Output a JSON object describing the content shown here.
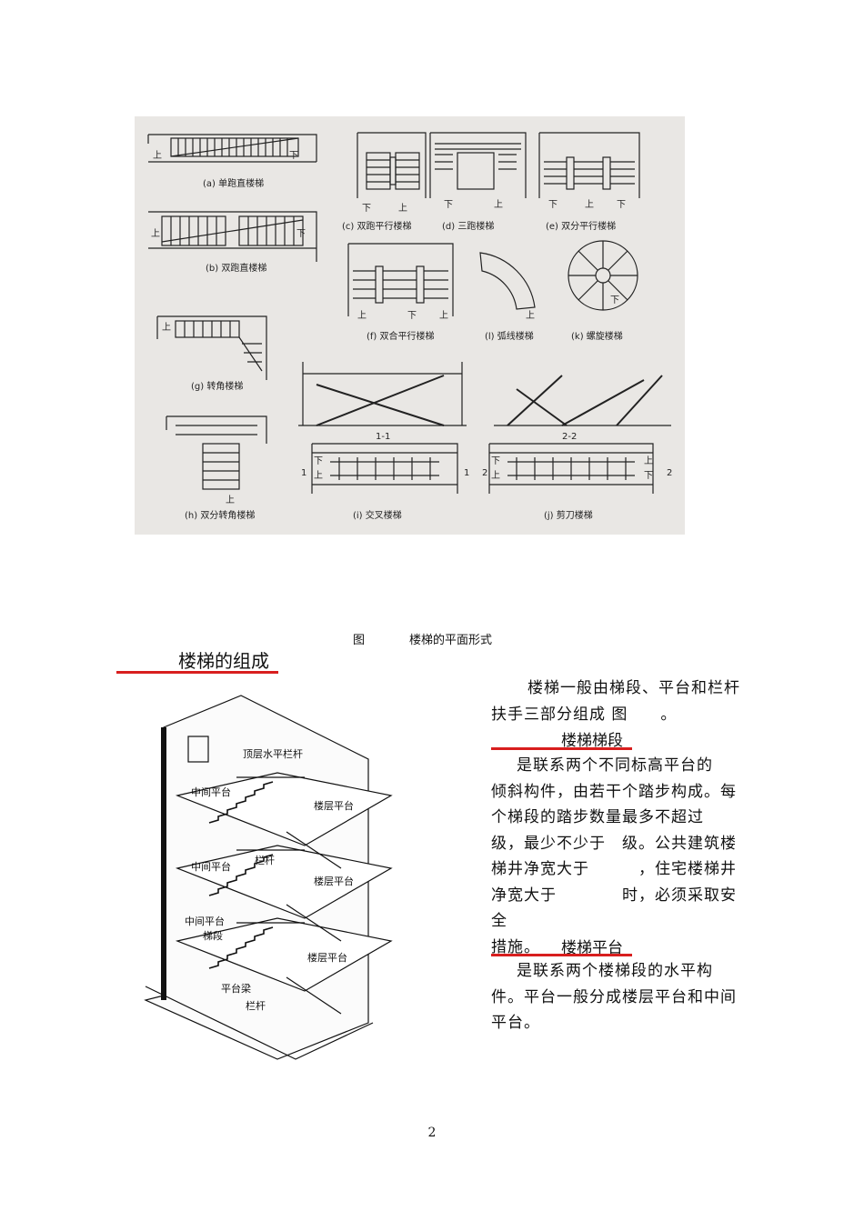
{
  "top_figure": {
    "labels": {
      "a": "(a) 单跑直楼梯",
      "b": "(b) 双跑直楼梯",
      "c": "(c) 双跑平行楼梯",
      "d": "(d) 三跑楼梯",
      "e": "(e) 双分平行楼梯",
      "f": "(f) 双合平行楼梯",
      "l": "(l) 弧线楼梯",
      "k": "(k) 螺旋楼梯",
      "g": "(g) 转角楼梯",
      "h": "(h) 双分转角楼梯",
      "i": "(i) 交叉楼梯",
      "j": "(j) 剪刀楼梯",
      "sec1": "1-1",
      "sec2": "2-2"
    },
    "up": "上",
    "down": "下",
    "cut1": "1",
    "cut2": "2"
  },
  "caption": {
    "prefix": "图",
    "text": "楼梯的平面形式"
  },
  "section_title": "楼梯的组成",
  "bottom_figure": {
    "labels": {
      "top_rail": "顶层水平栏杆",
      "mid_platform_1": "中间平台",
      "floor_platform_1": "楼层平台",
      "railing": "栏杆",
      "mid_platform_2": "中间平台",
      "floor_platform_2": "楼层平台",
      "mid_platform_3": "中间平台",
      "flight": "梯段",
      "floor_platform_3": "楼层平台",
      "platform_beam": "平台梁",
      "railing_2": "栏杆"
    }
  },
  "text": {
    "intro_1": "楼梯一般由梯段、平台和栏杆",
    "intro_2": "扶手三部分组成 图　　。",
    "sub1": "楼梯梯段",
    "p1_1": "是联系两个不同标高平台的",
    "p1_2": "倾斜构件，由若干个踏步构成。每",
    "p1_3": "个梯段的踏步数量最多不超过",
    "p1_4": "级，最少不少于　级。公共建筑楼",
    "p1_5": "梯井净宽大于　　　，住宅楼梯井",
    "p1_6": "净宽大于　　　　时，必须采取安全",
    "p1_7": "措施。",
    "sub2": "楼梯平台",
    "p2_1": "是联系两个楼梯段的水平构",
    "p2_2": "件。平台一般分成楼层平台和中间",
    "p2_3": "平台。"
  },
  "page_number": "2",
  "colors": {
    "accent_line": "#d81e1e"
  }
}
